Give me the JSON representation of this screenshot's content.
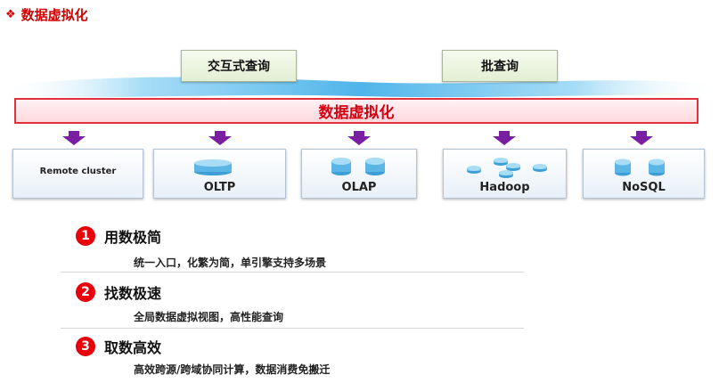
{
  "header": {
    "bullet_icon": "diamond-bullet-icon",
    "title": "数据虚拟化"
  },
  "queries": {
    "interactive": "交互式查询",
    "batch": "批查询"
  },
  "virtualization_bar": {
    "label": "数据虚拟化"
  },
  "sources": [
    {
      "label": "Remote cluster",
      "icon": "none"
    },
    {
      "label": "OLTP",
      "icon": "database-icon"
    },
    {
      "label": "OLAP",
      "icon": "database-icon"
    },
    {
      "label": "Hadoop",
      "icon": "cluster-disks-icon"
    },
    {
      "label": "NoSQL",
      "icon": "database-icon"
    }
  ],
  "features": [
    {
      "number": "1",
      "title": "用数极简",
      "description": "统一入口，化繁为简，单引擎支持多场景"
    },
    {
      "number": "2",
      "title": "找数极速",
      "description": "全局数据虚拟视图，高性能查询"
    },
    {
      "number": "3",
      "title": "取数高效",
      "description": "高效跨源/跨域协同计算，数据消费免搬迁"
    }
  ],
  "colors": {
    "accent_red": "#e8000b",
    "arrow_purple": "#7b1fa2",
    "disk_blue": "#5bb6e6",
    "wave_blue": "#6ec6f0"
  }
}
